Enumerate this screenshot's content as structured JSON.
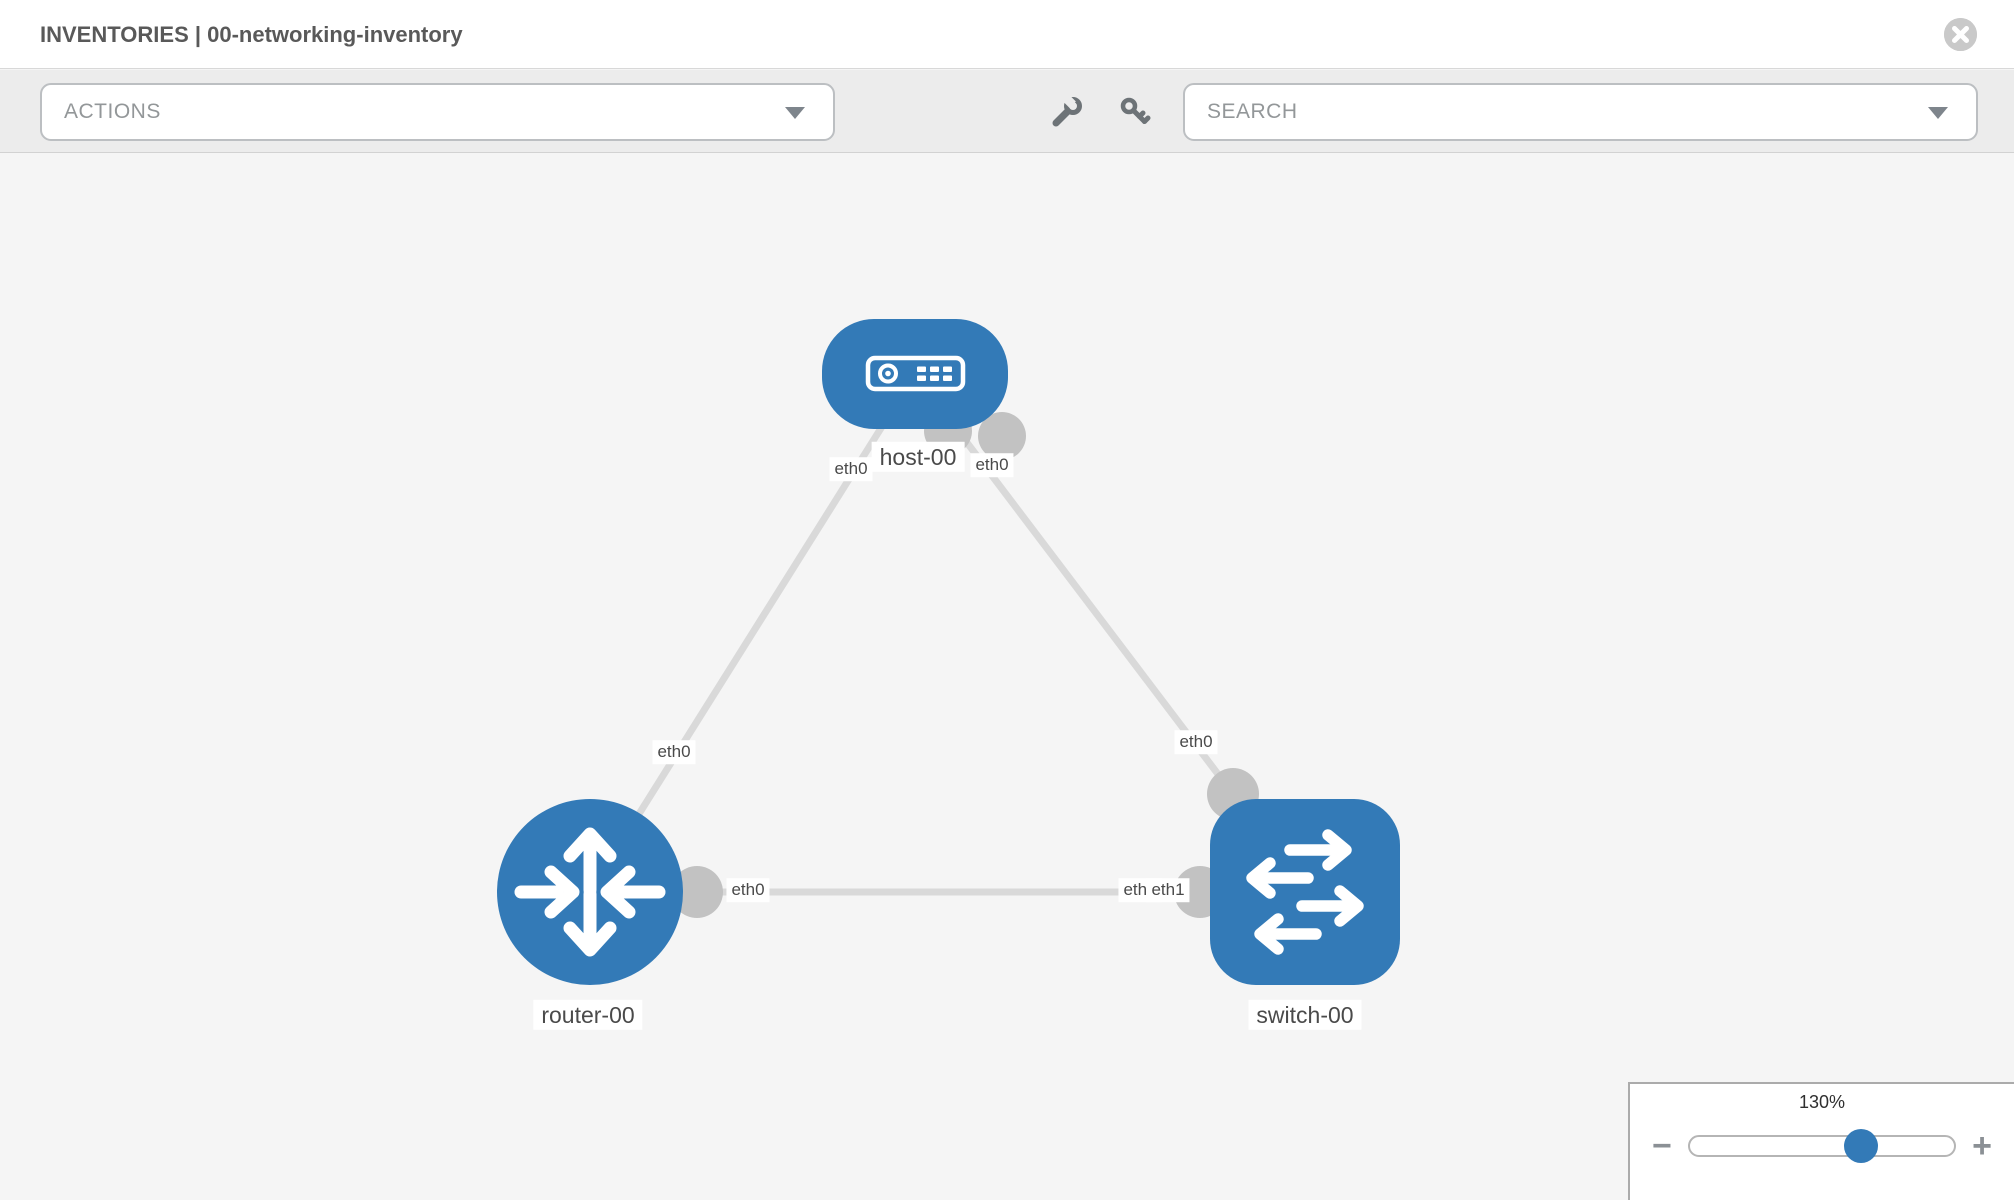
{
  "header": {
    "title": "INVENTORIES | 00-networking-inventory"
  },
  "toolbar": {
    "actions_label": "ACTIONS",
    "search_placeholder": "SEARCH"
  },
  "icons": {
    "close": "close-icon",
    "wrench": "wrench-icon",
    "key": "key-icon",
    "caret": "chevron-down-icon",
    "minus": "−",
    "plus": "+"
  },
  "colors": {
    "node_blue": "#337ab7",
    "link_gray": "#d9d9d9",
    "connector_gray": "#c2c2c2",
    "canvas_bg": "#f5f5f5",
    "toolbar_bg": "#ececec"
  },
  "diagram": {
    "nodes": [
      {
        "id": "host-00",
        "label": "host-00",
        "type": "host"
      },
      {
        "id": "router-00",
        "label": "router-00",
        "type": "router"
      },
      {
        "id": "switch-00",
        "label": "switch-00",
        "type": "switch"
      }
    ],
    "links": [
      {
        "from": "host-00",
        "to": "router-00",
        "from_interface": "eth0",
        "to_interface": "eth0"
      },
      {
        "from": "host-00",
        "to": "switch-00",
        "from_interface": "eth0",
        "to_interface": "eth0"
      },
      {
        "from": "router-00",
        "to": "switch-00",
        "from_interface": "eth0",
        "to_interface": "eth1"
      }
    ],
    "interface_labels": {
      "host_left": "eth0",
      "host_right": "eth0",
      "router_top": "eth0",
      "router_right": "eth0",
      "switch_top": "eth0",
      "switch_left_hidden": "eth0",
      "switch_left": "eth1"
    }
  },
  "zoom_control": {
    "level": "130%"
  }
}
